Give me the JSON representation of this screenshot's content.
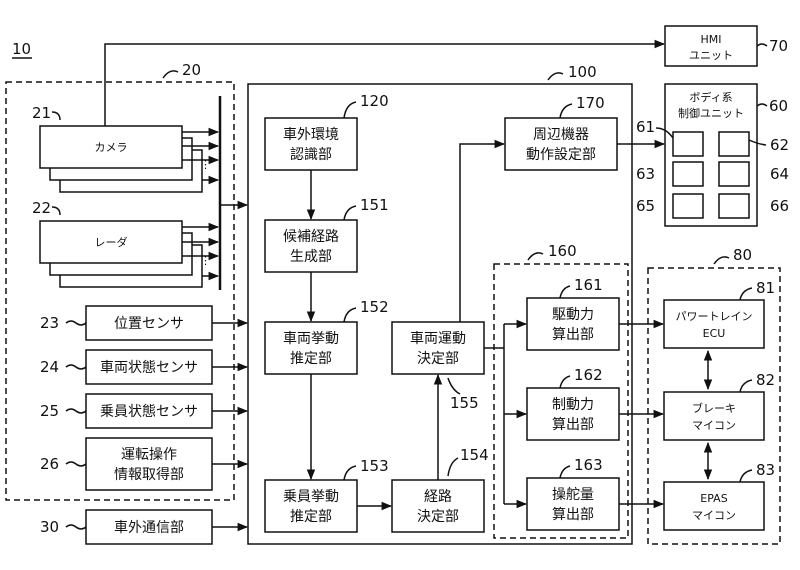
{
  "figure_number": "10",
  "groups": {
    "g20": {
      "ref": "20"
    },
    "g100": {
      "ref": "100"
    },
    "g160": {
      "ref": "160"
    },
    "g80": {
      "ref": "80"
    }
  },
  "blocks": {
    "camera": {
      "ref": "21",
      "label": "カメラ"
    },
    "radar": {
      "ref": "22",
      "label": "レーダ"
    },
    "position_sensor": {
      "ref": "23",
      "label": "位置センサ"
    },
    "vehicle_state_sensor": {
      "ref": "24",
      "label": "車両状態センサ"
    },
    "occupant_state_sensor": {
      "ref": "25",
      "label": "乗員状態センサ"
    },
    "driving_operation": {
      "ref": "26",
      "line1": "運転操作",
      "line2": "情報取得部"
    },
    "external_comm": {
      "ref": "30",
      "label": "車外通信部"
    },
    "env_recognition": {
      "ref": "120",
      "line1": "車外環境",
      "line2": "認識部"
    },
    "candidate_route": {
      "ref": "151",
      "line1": "候補経路",
      "line2": "生成部"
    },
    "vehicle_behavior": {
      "ref": "152",
      "line1": "車両挙動",
      "line2": "推定部"
    },
    "occupant_behavior": {
      "ref": "153",
      "line1": "乗員挙動",
      "line2": "推定部"
    },
    "route_decision": {
      "ref": "154",
      "line1": "経路",
      "line2": "決定部"
    },
    "motion_decision": {
      "ref": "155",
      "line1": "車両運動",
      "line2": "決定部"
    },
    "peripheral_setting": {
      "ref": "170",
      "line1": "周辺機器",
      "line2": "動作設定部"
    },
    "drive_force": {
      "ref": "161",
      "line1": "駆動力",
      "line2": "算出部"
    },
    "brake_force": {
      "ref": "162",
      "line1": "制動力",
      "line2": "算出部"
    },
    "steering": {
      "ref": "163",
      "line1": "操舵量",
      "line2": "算出部"
    },
    "hmi": {
      "ref": "70",
      "line1": "HMI",
      "line2": "ユニット"
    },
    "body_control": {
      "ref": "60",
      "line1": "ボディ系",
      "line2": "制御ユニット",
      "cells": [
        "61",
        "62",
        "63",
        "64",
        "65",
        "66"
      ]
    },
    "powertrain": {
      "ref": "81",
      "line1": "パワートレイン",
      "line2": "ECU"
    },
    "brake_mc": {
      "ref": "82",
      "line1": "ブレーキ",
      "line2": "マイコン"
    },
    "epas": {
      "ref": "83",
      "line1": "EPAS",
      "line2": "マイコン"
    }
  }
}
